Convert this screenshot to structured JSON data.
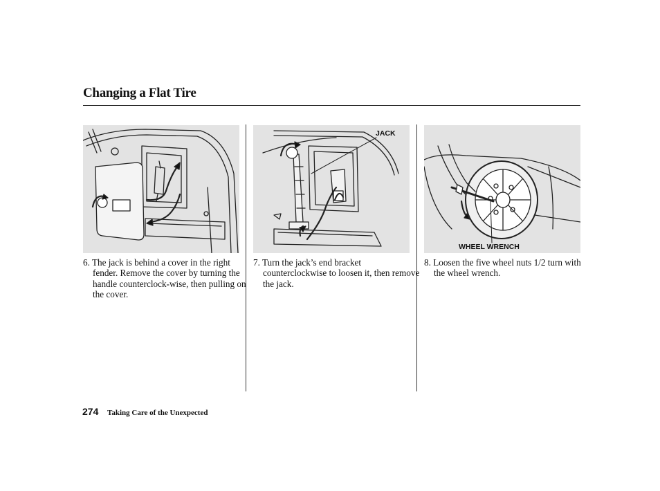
{
  "header": {
    "title": "Changing a Flat Tire"
  },
  "figures": {
    "jack_callout": "JACK",
    "wrench_callout": "WHEEL WRENCH"
  },
  "steps": [
    {
      "text": "6. The jack is behind a cover in the right fender. Remove the cover by turning the handle counterclock-wise, then pulling on the cover."
    },
    {
      "text": "7. Turn the jack’s end bracket counterclockwise to loosen it, then remove the jack."
    },
    {
      "text": "8. Loosen the five wheel nuts 1/2 turn with the wheel wrench."
    }
  ],
  "footer": {
    "page_number": "274",
    "section": "Taking Care of the Unexpected"
  }
}
